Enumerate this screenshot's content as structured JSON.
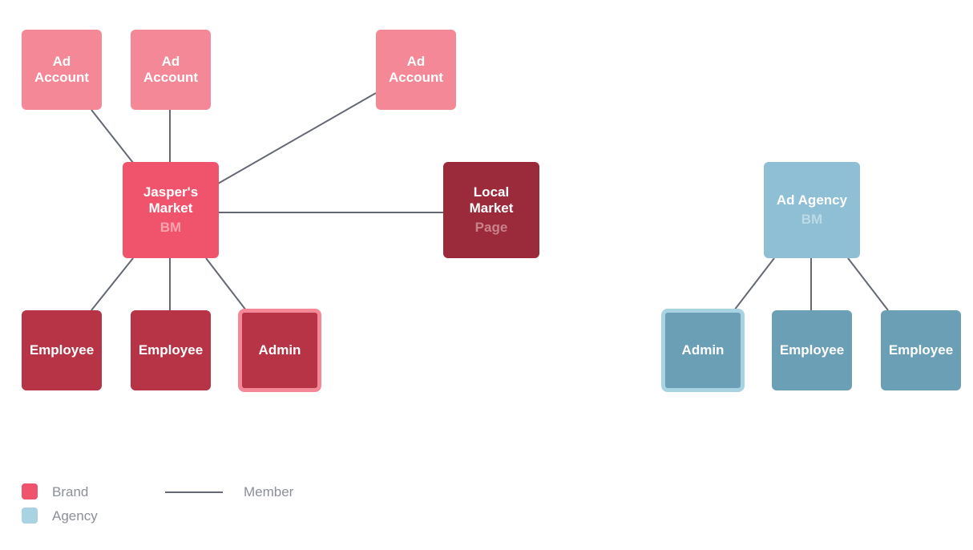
{
  "colors": {
    "ad_account": "#f48896",
    "brand_bm": "#f0546d",
    "page": "#9b2a3b",
    "brand_person": "#b73447",
    "agency_bm": "#8fbfd4",
    "agency_person": "#6a9fb5",
    "connector": "#636873",
    "legend_text": "#8b8f97"
  },
  "diagram": {
    "ad_accounts": [
      {
        "label": "Ad Account"
      },
      {
        "label": "Ad Account"
      },
      {
        "label": "Ad Account"
      }
    ],
    "brand_bm": {
      "label": "Jasper's Market",
      "sub": "BM"
    },
    "page": {
      "label": "Local Market",
      "sub": "Page"
    },
    "brand_members": [
      {
        "label": "Employee"
      },
      {
        "label": "Employee"
      },
      {
        "label": "Admin"
      }
    ],
    "agency_bm": {
      "label": "Ad Agency",
      "sub": "BM"
    },
    "agency_members": [
      {
        "label": "Admin"
      },
      {
        "label": "Employee"
      },
      {
        "label": "Employee"
      }
    ]
  },
  "legend": {
    "brand": "Brand",
    "agency": "Agency",
    "member": "Member"
  }
}
